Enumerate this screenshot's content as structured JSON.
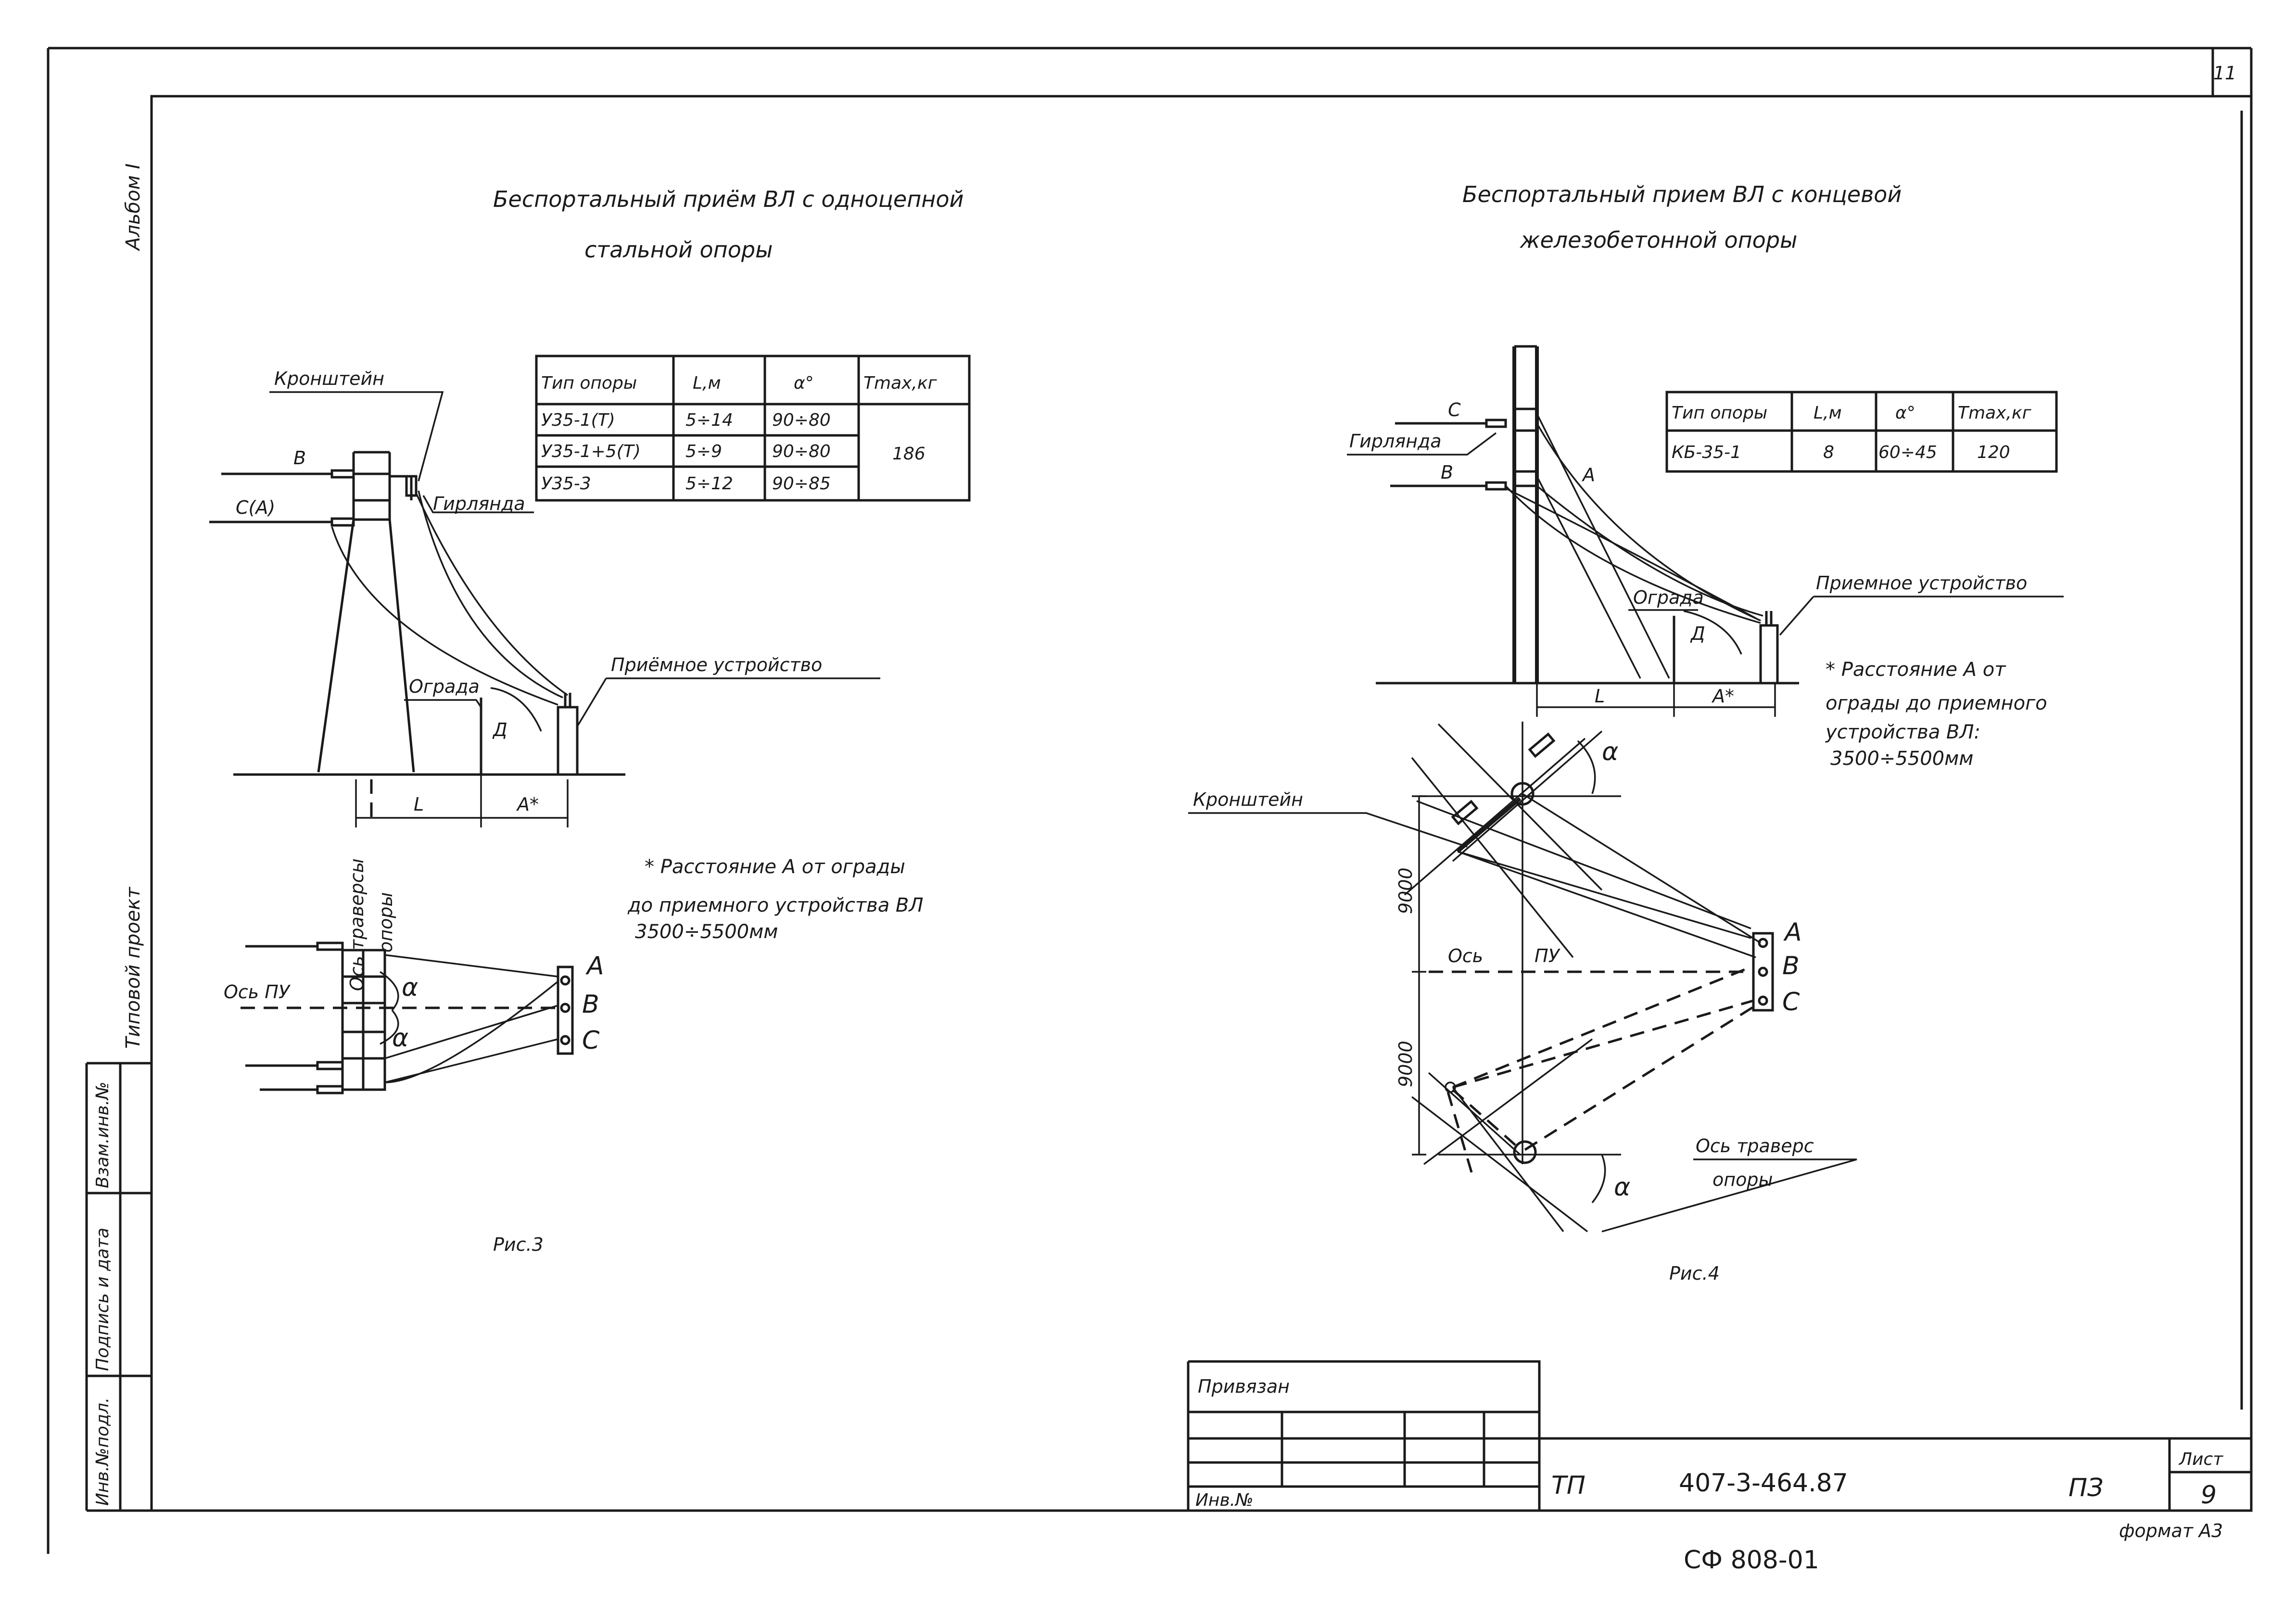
{
  "sheet_number": "11",
  "album": "Альбом I",
  "margin_project": "Типовой проект",
  "margin_stamps": [
    "Инв.№подл.",
    "Подпись и дата",
    "Взам.инв.№"
  ],
  "fig3": {
    "title_line1": "Беспортальный приём ВЛ с одноцепной",
    "title_line2": "стальной опоры",
    "label_bracket": "Кронштейн",
    "label_garland": "Гирлянда",
    "label_b": "В",
    "label_ca": "С(А)",
    "label_fence": "Ограда",
    "label_d": "Д",
    "label_receiver": "Приёмное устройство",
    "label_l": "L",
    "label_a": "А*",
    "label_axis_traverse_1": "Ось траверсы",
    "label_axis_traverse_2": "опоры",
    "label_axis_pu": "Ось ПУ",
    "label_alpha": "α",
    "phase_a": "А",
    "phase_b": "В",
    "phase_c": "С",
    "table": {
      "headers": [
        "Тип опоры",
        "L,м",
        "α°",
        "Tmax,кг"
      ],
      "rows": [
        [
          "У35-1(Т)",
          "5÷14",
          "90÷80"
        ],
        [
          "У35-1+5(Т)",
          "5÷9",
          "90÷80"
        ],
        [
          "У35-3",
          "5÷12",
          "90÷85"
        ]
      ],
      "tmax": "186"
    },
    "note_line1": "* Расстояние А от ограды",
    "note_line2": "до приемного устройства ВЛ",
    "note_line3": "3500÷5500мм",
    "caption": "Рис.3"
  },
  "fig4": {
    "title_line1": "Беспортальный прием ВЛ с концевой",
    "title_line2": "железобетонной опоры",
    "label_c": "С",
    "label_garland": "Гирлянда",
    "label_b": "В",
    "label_a": "А",
    "label_fence": "Ограда",
    "label_d": "Д",
    "label_receiver": "Приемное устройство",
    "label_l": "L",
    "label_astar": "А*",
    "table": {
      "headers": [
        "Тип опоры",
        "L,м",
        "α°",
        "Tmax,кг"
      ],
      "rows": [
        [
          "КБ-35-1",
          "8",
          "60÷45",
          "120"
        ]
      ]
    },
    "note_line1": "* Расстояние А от",
    "note_line2": "ограды до приемного",
    "note_line3": "устройства ВЛ:",
    "note_line4": "3500÷5500мм",
    "label_bracket": "Кронштейн",
    "dim_upper": "9000",
    "dim_lower": "9000",
    "label_axis": "Ось",
    "label_pu": "ПУ",
    "label_alpha": "α",
    "label_axis_traverse_1": "Ось траверс",
    "label_axis_traverse_2": "опоры",
    "phase_a": "А",
    "phase_b": "В",
    "phase_c": "С",
    "caption": "Рис.4"
  },
  "stamp": {
    "bound": "Привязан",
    "inv_no": "Инв.№",
    "code_prefix": "ТП",
    "code": "407-3-464.87",
    "section": "ПЗ",
    "sheet_label": "Лист",
    "sheet_value": "9"
  },
  "format": "формат А3",
  "footer_code": "СФ 808-01"
}
